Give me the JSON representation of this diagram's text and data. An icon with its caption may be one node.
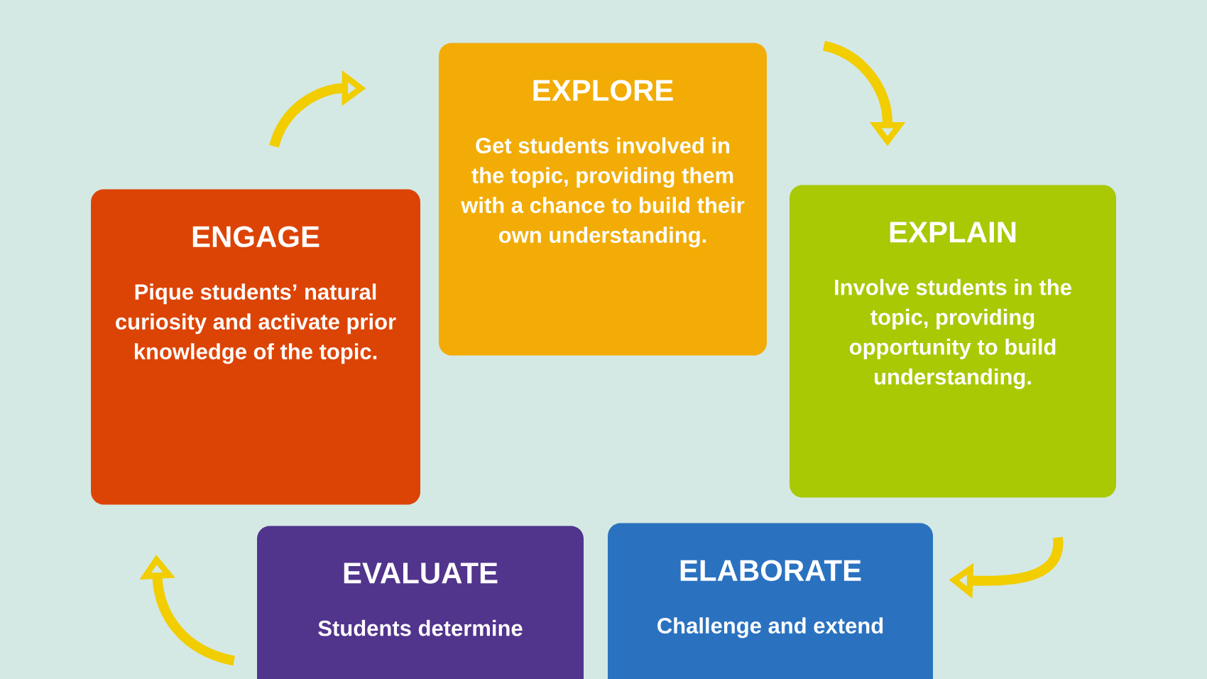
{
  "diagram": {
    "nodes": [
      {
        "text": [
          "ENGAGE",
          "Pique students’ natural curiosity and activate prior knowledge of the topic."
        ]
      },
      {
        "text": [
          "EXPLORE",
          "Get students involved in the topic, providing them with a chance to build their own understanding."
        ]
      },
      {
        "text": [
          "EXPLAIN",
          "Involve students in the topic, providing opportunity to build understanding."
        ]
      },
      {
        "text": [
          "EVALUATE",
          "Students determine"
        ]
      },
      {
        "text": [
          "ELABORATE",
          "Challenge and extend"
        ]
      }
    ],
    "edges": [
      {
        "from": 0,
        "to": 1,
        "arrow": "to"
      },
      {
        "from": 1,
        "to": 2,
        "arrow": "to"
      },
      {
        "from": 2,
        "to": 4,
        "arrow": "to"
      },
      {
        "from": 3,
        "to": 0,
        "arrow": "to"
      }
    ]
  }
}
